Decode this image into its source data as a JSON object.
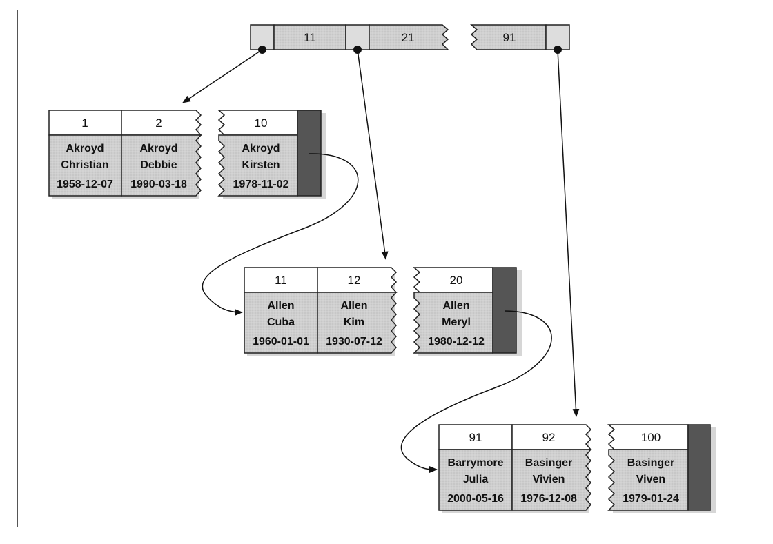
{
  "root": {
    "keys": [
      "11",
      "21",
      "91"
    ]
  },
  "leaves": [
    {
      "id": "leaf-1",
      "rows": [
        {
          "key": "1",
          "last": "Akroyd",
          "first": "Christian",
          "dob": "1958-12-07"
        },
        {
          "key": "2",
          "last": "Akroyd",
          "first": "Debbie",
          "dob": "1990-03-18"
        },
        {
          "key": "10",
          "last": "Akroyd",
          "first": "Kirsten",
          "dob": "1978-11-02"
        }
      ]
    },
    {
      "id": "leaf-2",
      "rows": [
        {
          "key": "11",
          "last": "Allen",
          "first": "Cuba",
          "dob": "1960-01-01"
        },
        {
          "key": "12",
          "last": "Allen",
          "first": "Kim",
          "dob": "1930-07-12"
        },
        {
          "key": "20",
          "last": "Allen",
          "first": "Meryl",
          "dob": "1980-12-12"
        }
      ]
    },
    {
      "id": "leaf-3",
      "rows": [
        {
          "key": "91",
          "last": "Barrymore",
          "first": "Julia",
          "dob": "2000-05-16"
        },
        {
          "key": "92",
          "last": "Basinger",
          "first": "Vivien",
          "dob": "1976-12-08"
        },
        {
          "key": "100",
          "last": "Basinger",
          "first": "Viven",
          "dob": "1979-01-24"
        }
      ]
    }
  ],
  "colors": {
    "cell_fill": "#cfcfcf",
    "header_fill": "#ffffff",
    "link_block": "#555555",
    "stroke": "#222222"
  }
}
